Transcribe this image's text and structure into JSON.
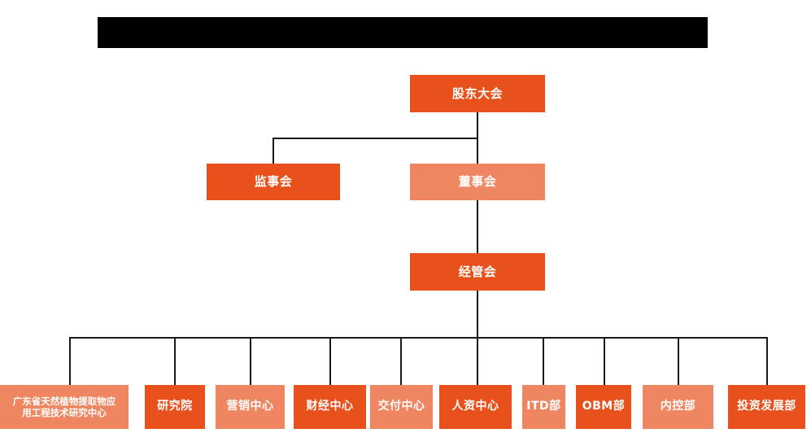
{
  "page": {
    "title_bar": {
      "label": "",
      "redacted": true,
      "color": "#000000"
    },
    "background_color": "#ffffff"
  },
  "colors": {
    "dark_orange": "#E8511B",
    "light_orange": "#EE8761",
    "connector": "#1a1a1a",
    "node_text": "#ffffff"
  },
  "chart_data": {
    "type": "diagram",
    "subtype": "organization-chart",
    "title": "",
    "levels": [
      {
        "level": 1,
        "nodes": [
          {
            "id": "shareholders",
            "label": "股东大会",
            "tone": "dark"
          }
        ]
      },
      {
        "level": 2,
        "nodes": [
          {
            "id": "supervisors",
            "label": "监事会",
            "tone": "dark"
          },
          {
            "id": "directors",
            "label": "董事会",
            "tone": "light"
          }
        ]
      },
      {
        "level": 3,
        "nodes": [
          {
            "id": "management",
            "label": "经管会",
            "tone": "dark"
          }
        ]
      },
      {
        "level": 4,
        "nodes": [
          {
            "id": "gd-research-center",
            "label": "广东省天然植物提取物应\n用工程技术研究中心",
            "line1": "广东省天然植物提取物应",
            "line2": "用工程技术研究中心",
            "tone": "light"
          },
          {
            "id": "research-institute",
            "label": "研究院",
            "tone": "dark"
          },
          {
            "id": "marketing-center",
            "label": "营销中心",
            "tone": "light"
          },
          {
            "id": "finance-center",
            "label": "财经中心",
            "tone": "dark"
          },
          {
            "id": "delivery-center",
            "label": "交付中心",
            "tone": "light"
          },
          {
            "id": "hr-center",
            "label": "人资中心",
            "tone": "dark"
          },
          {
            "id": "itd-dept",
            "label": "ITD部",
            "tone": "light"
          },
          {
            "id": "obm-dept",
            "label": "OBM部",
            "tone": "dark"
          },
          {
            "id": "internal-control-dept",
            "label": "内控部",
            "tone": "light"
          },
          {
            "id": "investment-dev-dept",
            "label": "投资发展部",
            "tone": "dark"
          }
        ]
      }
    ],
    "edges": [
      {
        "from": "shareholders",
        "to": "supervisors"
      },
      {
        "from": "shareholders",
        "to": "directors"
      },
      {
        "from": "directors",
        "to": "management"
      },
      {
        "from": "management",
        "to": "gd-research-center"
      },
      {
        "from": "management",
        "to": "research-institute"
      },
      {
        "from": "management",
        "to": "marketing-center"
      },
      {
        "from": "management",
        "to": "finance-center"
      },
      {
        "from": "management",
        "to": "delivery-center"
      },
      {
        "from": "management",
        "to": "hr-center"
      },
      {
        "from": "management",
        "to": "itd-dept"
      },
      {
        "from": "management",
        "to": "obm-dept"
      },
      {
        "from": "management",
        "to": "internal-control-dept"
      },
      {
        "from": "management",
        "to": "investment-dev-dept"
      }
    ]
  }
}
